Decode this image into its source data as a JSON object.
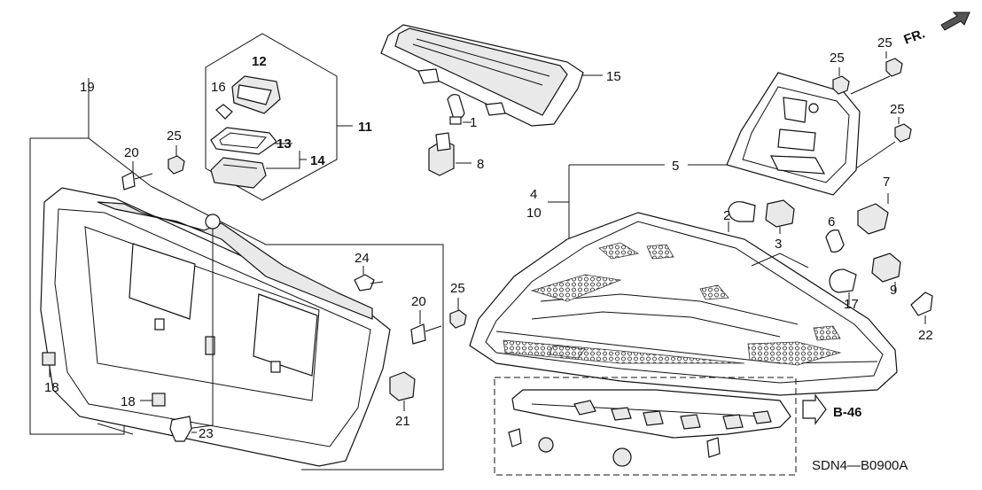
{
  "diagram": {
    "code": "SDN4—B0900A",
    "direction": "FR.",
    "reference": "B-46",
    "callouts": [
      {
        "id": "c1",
        "label": "1"
      },
      {
        "id": "c2",
        "label": "2"
      },
      {
        "id": "c3",
        "label": "3"
      },
      {
        "id": "c4",
        "label": "4"
      },
      {
        "id": "c5",
        "label": "5"
      },
      {
        "id": "c6",
        "label": "6"
      },
      {
        "id": "c7",
        "label": "7"
      },
      {
        "id": "c8",
        "label": "8"
      },
      {
        "id": "c9",
        "label": "9"
      },
      {
        "id": "c10",
        "label": "10"
      },
      {
        "id": "c11",
        "label": "11"
      },
      {
        "id": "c12",
        "label": "12"
      },
      {
        "id": "c13",
        "label": "13"
      },
      {
        "id": "c14",
        "label": "14"
      },
      {
        "id": "c15",
        "label": "15"
      },
      {
        "id": "c16",
        "label": "16"
      },
      {
        "id": "c17",
        "label": "17"
      },
      {
        "id": "c18a",
        "label": "18"
      },
      {
        "id": "c18b",
        "label": "18"
      },
      {
        "id": "c19",
        "label": "19"
      },
      {
        "id": "c20a",
        "label": "20"
      },
      {
        "id": "c20b",
        "label": "20"
      },
      {
        "id": "c21",
        "label": "21"
      },
      {
        "id": "c22",
        "label": "22"
      },
      {
        "id": "c23",
        "label": "23"
      },
      {
        "id": "c24",
        "label": "24"
      },
      {
        "id": "c25a",
        "label": "25"
      },
      {
        "id": "c25b",
        "label": "25"
      },
      {
        "id": "c25c",
        "label": "25"
      },
      {
        "id": "c25d",
        "label": "25"
      },
      {
        "id": "c25e",
        "label": "25"
      }
    ]
  }
}
